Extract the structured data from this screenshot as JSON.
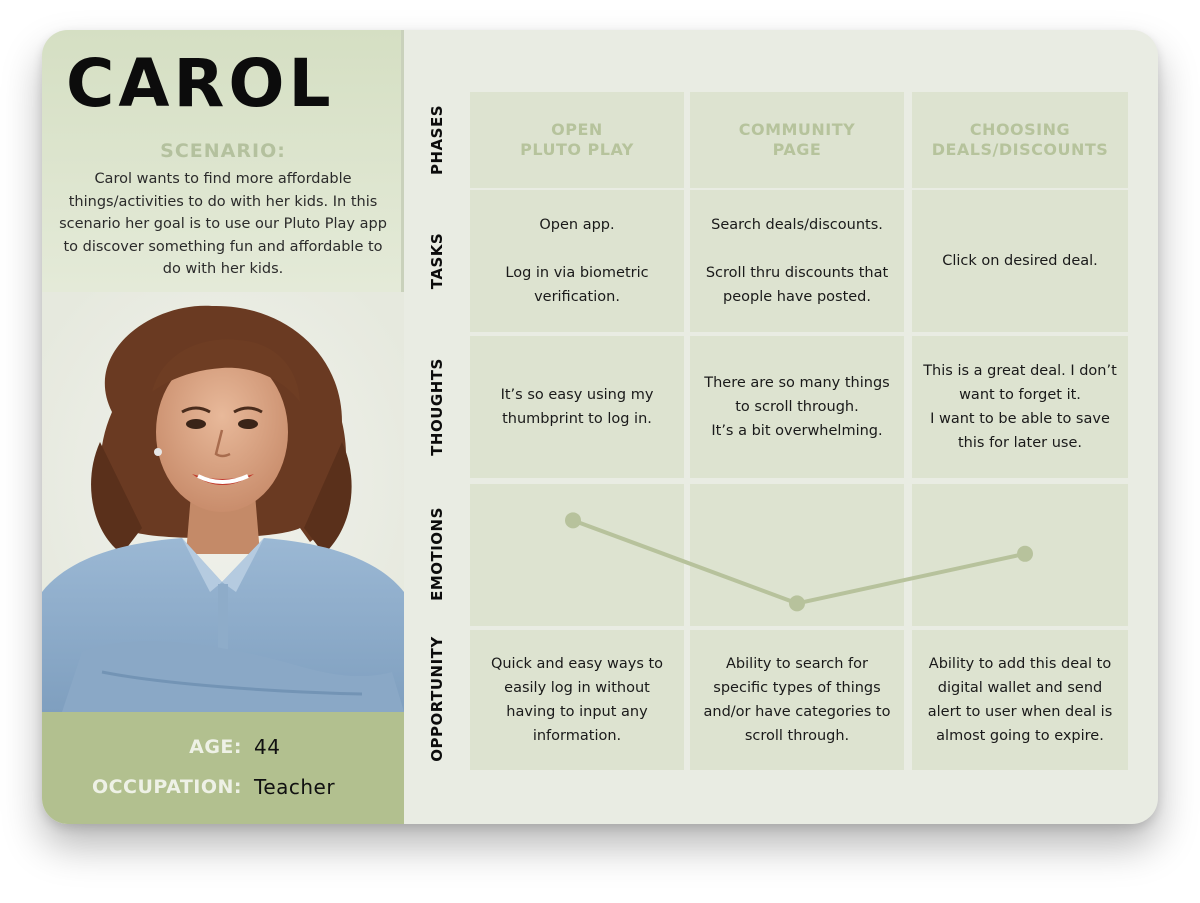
{
  "persona": {
    "name": "CAROL",
    "scenario_title": "SCENARIO:",
    "scenario_text": "Carol wants to find more affordable things/activities to do with her kids. In this scenario her goal is to use our Pluto Play app to discover something fun and affordable to do with her kids.",
    "age_label": "AGE:",
    "age_value": "44",
    "occupation_label": "OCCUPATION:",
    "occupation_value": "Teacher"
  },
  "rows": {
    "phases": "PHASES",
    "tasks": "TASKS",
    "thoughts": "THOUGHTS",
    "emotions": "EMOTIONS",
    "opportunity": "OPPORTUNITY"
  },
  "phases": [
    "OPEN\nPLUTO PLAY",
    "COMMUNITY\nPAGE",
    "CHOOSING\nDEALS/DISCOUNTS"
  ],
  "tasks": [
    "Open app.\n\nLog in via biometric\nverification.",
    "Search deals/discounts.\n\nScroll thru discounts that\npeople have posted.",
    "Click on desired deal."
  ],
  "thoughts": [
    "It’s so easy using my\nthumbprint to log in.",
    "There are so many things\nto scroll through.\nIt’s a bit overwhelming.",
    "This is a great deal. I don’t\nwant to forget it.\nI want to be able to save\nthis for later use."
  ],
  "emotions": {
    "levels": [
      0.82,
      0.15,
      0.55
    ],
    "line_color": "#b7c29c"
  },
  "opportunity": [
    "Quick and easy ways to\neasily log in without\nhaving to input any\ninformation.",
    "Ability to search for\nspecific types of things\nand/or have categories to\nscroll through.",
    "Ability to add this deal to\ndigital wallet and send\nalert to user when deal is\nalmost going to expire."
  ],
  "colors": {
    "accent_green": "#b2c08f",
    "cell_bg": "#dde3d0",
    "phase_text": "#b6c39c"
  }
}
